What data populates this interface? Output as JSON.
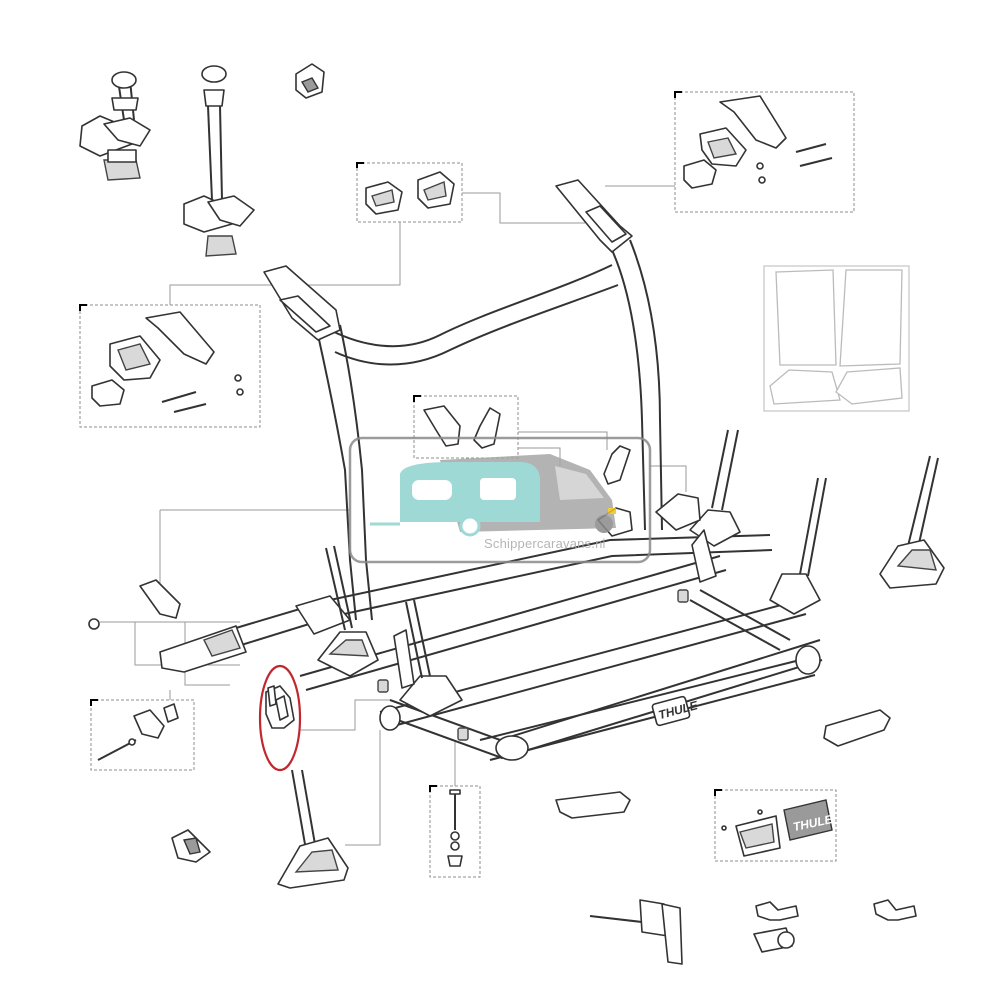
{
  "figure": {
    "type": "exploded-parts-diagram",
    "subject": "bike carrier",
    "brand_logo_text": "THULE",
    "watermark": {
      "text": "Schippercaravans.nl",
      "caravan_color": "#8fd3d0",
      "motorhome_color": "#a6a6a6",
      "accent_color": "#f0c419"
    },
    "highlight": {
      "part": "wheel-holder-clip",
      "color": "#c0282e"
    }
  }
}
